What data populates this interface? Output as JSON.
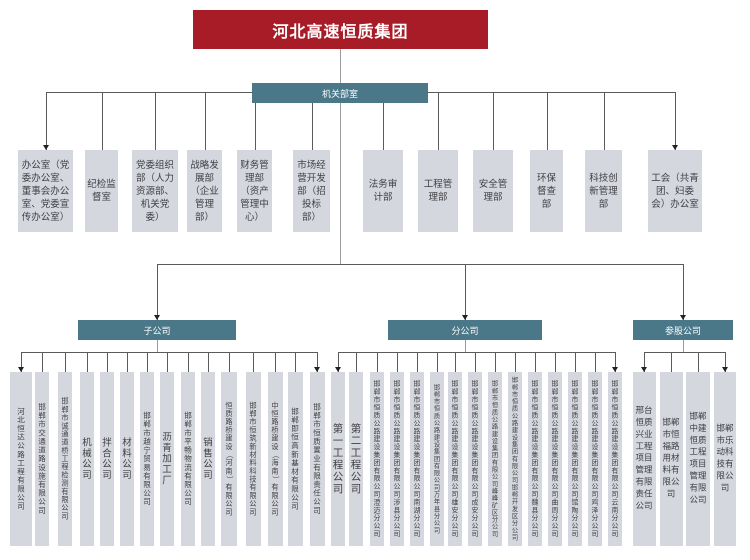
{
  "title": "河北高速恒质集团",
  "hq": {
    "label": "机关部室"
  },
  "departments": [
    {
      "label": "办公室（党\n委办公室、\n董事会办公\n室、党委宣\n传办公室）"
    },
    {
      "label": "纪检监\n督室"
    },
    {
      "label": "党委组织\n部（人力\n资源部、\n机关党\n委）"
    },
    {
      "label": "战略发\n展部\n（企业\n管理\n部）"
    },
    {
      "label": "财务管\n理部\n（资产\n管理中\n心）"
    },
    {
      "label": "市场经\n营开发\n部（招\n投标\n部）"
    },
    {
      "label": "法务审\n计部"
    },
    {
      "label": "工程管\n理部"
    },
    {
      "label": "安全管\n理部"
    },
    {
      "label": "环保\n督查\n部"
    },
    {
      "label": "科技创\n新管理\n部"
    },
    {
      "label": "工会（共青\n团、妇委\n会）办公室"
    }
  ],
  "groups": [
    {
      "label": "子公司",
      "children": [
        {
          "label": "河北恒达公路工程有限公司"
        },
        {
          "label": "邯郸市交通道路设施有限公司"
        },
        {
          "label": "邯郸市诚通道桥工程检测有限公司"
        },
        {
          "label": "机械公司"
        },
        {
          "label": "拌合公司"
        },
        {
          "label": "材料公司"
        },
        {
          "label": "邯郸市越宁贸易有限公司"
        },
        {
          "label": "沥青加工厂"
        },
        {
          "label": "邯郸市平畅物流有限公司"
        },
        {
          "label": "销售公司"
        },
        {
          "label": "恒质路桥建设（河南）有限公司"
        },
        {
          "label": "邯郸市恒筑新材料科技有限公司"
        },
        {
          "label": "中恒路桥建设（海南）有限公司"
        },
        {
          "label": "邯郸即恒高新基材有限公司"
        },
        {
          "label": "邯郸市恒质置业有限责任公司"
        }
      ]
    },
    {
      "label": "分公司",
      "children": [
        {
          "label": "第一工程公司"
        },
        {
          "label": "第二工程公司"
        },
        {
          "label": "邯郸市恒质公路建设集团有限公司澄迈分公司"
        },
        {
          "label": "邯郸市恒质公路建设集团有限公司涉县分公司"
        },
        {
          "label": "邯郸市恒质公路建设集团有限公司南湖分公司"
        },
        {
          "label": "邯郸市恒质公路建设集团有限公司万年县分公司"
        },
        {
          "label": "邯郸市恒质公路建设集团有限公司雄安分公司"
        },
        {
          "label": "邯郸市恒质公路建设集团有限公司成安分公司"
        },
        {
          "label": "邯郸市恒质公路建设集团有限公司峰峰矿区分公司"
        },
        {
          "label": "邯郸市恒质公路建设集团有限公司邯郸开发区分公司"
        },
        {
          "label": "邯郸市恒质公路建设集团有限公司魏县分公司"
        },
        {
          "label": "邯郸市恒质公路建设集团有限公司曲周分公司"
        },
        {
          "label": "邯郸市恒质公路建设集团有限公司馆陶分公司"
        },
        {
          "label": "邯郸市恒质公路建设集团有限公司鸡泽分公司"
        },
        {
          "label": "邯郸市恒质公路建设集团有限公司云南分公司"
        }
      ]
    },
    {
      "label": "参股公司",
      "children": [
        {
          "label": "邢台恒质兴业工程项目管理有限责任公司"
        },
        {
          "label": "邯郸市恒福路用材料有限公司"
        },
        {
          "label": "邯郸中建恒质工程项目管理有限公司"
        },
        {
          "label": "邯郸市乐动科技有限公司"
        }
      ]
    }
  ],
  "colors": {
    "root": "#a81c28",
    "branch": "#4a7889",
    "node": "#d4d7de",
    "line": "#5a5a5a"
  }
}
